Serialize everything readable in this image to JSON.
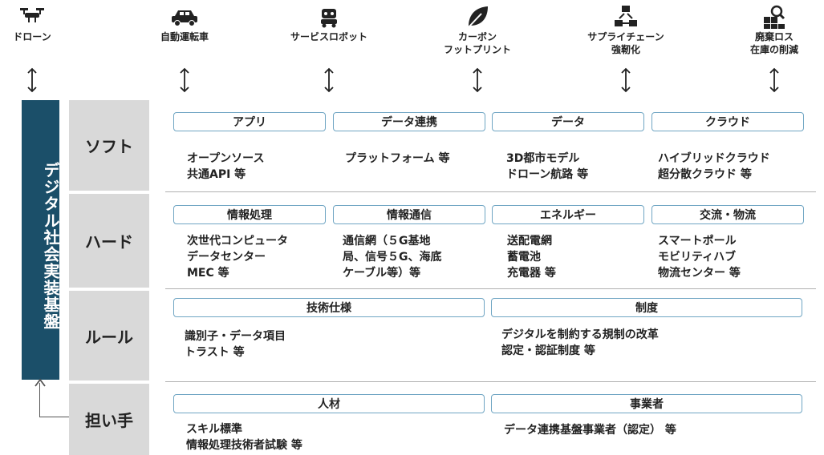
{
  "use_cases": [
    {
      "label": "ドローン",
      "icon": "drone-icon"
    },
    {
      "label": "自動運転車",
      "icon": "car-icon"
    },
    {
      "label": "サービスロボット",
      "icon": "robot-icon"
    },
    {
      "label": "カーボン\nフットプリント",
      "icon": "leaf-icon"
    },
    {
      "label": "サプライチェーン\n強靭化",
      "icon": "supply-chain-icon"
    },
    {
      "label": "廃棄ロス\n在庫の削減",
      "icon": "inventory-search-icon"
    }
  ],
  "foundation": {
    "title": "デジタル社会実装基盤",
    "color": "#1b4f69"
  },
  "rows": {
    "soft": {
      "label": "ソフト",
      "tags": [
        "アプリ",
        "データ連携",
        "データ",
        "クラウド"
      ],
      "texts": [
        "オープンソース\n共通API 等",
        "プラットフォーム 等",
        "3D都市モデル\nドローン航路 等",
        "ハイブリッドクラウド\n超分散クラウド 等"
      ]
    },
    "hard": {
      "label": "ハード",
      "tags": [
        "情報処理",
        "情報通信",
        "エネルギー",
        "交流・物流"
      ],
      "texts": [
        "次世代コンピュータ\nデータセンター\nMEC 等",
        "通信網（５G基地\n局、信号５G、海底\nケーブル等）等",
        "送配電網\n蓄電池\n充電器 等",
        "スマートポール\nモビリティハブ\n物流センター 等"
      ]
    },
    "rule": {
      "label": "ルール",
      "tags": [
        "技術仕様",
        "制度"
      ],
      "texts": [
        "識別子・データ項目\nトラスト 等",
        "デジタルを制約する規制の改革\n認定・認証制度 等"
      ]
    },
    "actors": {
      "label": "担い手",
      "tags": [
        "人材",
        "事業者"
      ],
      "texts": [
        "スキル標準\n情報処理技術者試験 等",
        "データ連携基盤事業者（認定） 等"
      ]
    }
  },
  "colors": {
    "tag_border": "#6fa5c3",
    "row_label_bg": "#d9d9d9",
    "divider": "#b0b0b0"
  }
}
